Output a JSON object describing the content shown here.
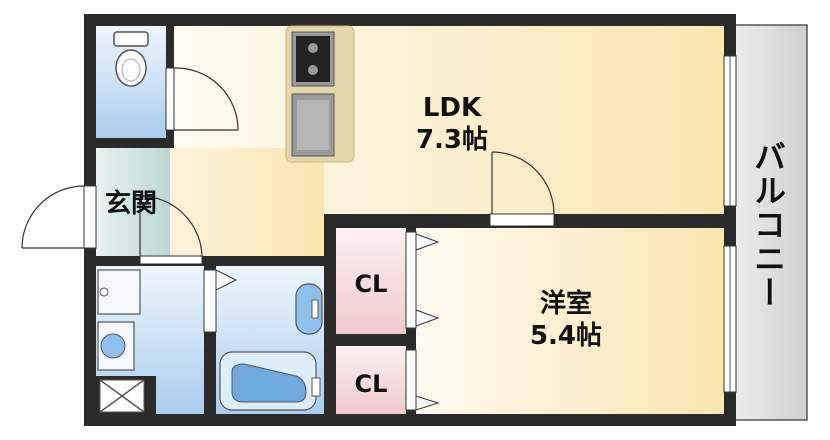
{
  "rooms": {
    "ldk": {
      "name": "LDK",
      "size": "7.3帖"
    },
    "western": {
      "name": "洋室",
      "size": "5.4帖"
    },
    "entrance": {
      "name": "玄関"
    },
    "closet_upper": {
      "name": "CL"
    },
    "closet_lower": {
      "name": "CL"
    },
    "balcony": {
      "name": "バルコニー"
    }
  },
  "colors": {
    "wall": "#2b2b2b",
    "ldk_floor": "#fcefc4",
    "western_floor": "#fcefc4",
    "wet_area": "#bcd9f3",
    "closet": "#f7dde0",
    "entrance_floor": "#cfe3e0",
    "balcony": "#d6d6d6"
  },
  "icons": [
    "toilet-icon",
    "stove-icon",
    "sink-icon",
    "washing-machine-icon",
    "washbasin-icon",
    "bathtub-icon",
    "shower-icon",
    "door-swing-icon"
  ]
}
